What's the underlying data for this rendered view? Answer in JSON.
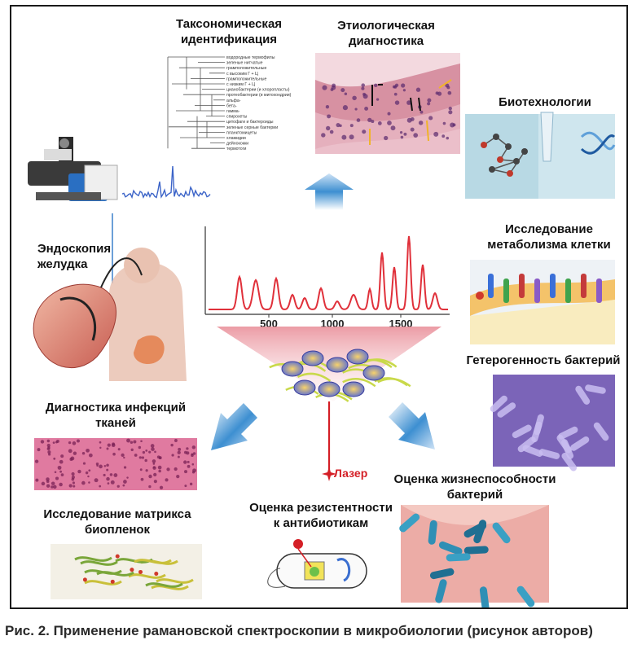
{
  "labels": {
    "taxonomy": [
      "Таксономическая",
      "идентификация"
    ],
    "etiology": [
      "Этиологическая",
      "диагностика"
    ],
    "biotech": [
      "Биотехнологии"
    ],
    "metabolism": [
      "Исследование",
      "метаболизма клетки"
    ],
    "heterogeneity": [
      "Гетерогенность бактерий"
    ],
    "endoscopy": [
      "Эндоскопия",
      "желудка"
    ],
    "tissue": [
      "Диагностика инфекций",
      "тканей"
    ],
    "biofilm": [
      "Исследование матрикса",
      "биопленок"
    ],
    "resistance": [
      "Оценка резистентности",
      "к антибиотикам"
    ],
    "viability": [
      "Оценка жизнеспособности",
      "бактерий"
    ],
    "laser": "Лазер"
  },
  "tree_leaves": [
    "водородные термофилы",
    "зеленые нитчатые",
    "грамположительные",
    "с высоким Г + Ц",
    "грамположительные",
    "с низким Г + Ц",
    "цианобактерии (и хлоропласты)",
    "протеобактерии (и митохондрии)",
    "альфа-",
    "бета-",
    "гамма-",
    "спирохеты",
    "цитофаги и бактероиды",
    "зеленые серные бактерии",
    "планктомицеты",
    "хламидии",
    "дейнококки",
    "термотоги"
  ],
  "spectrum_axis": {
    "ticks": [
      "500",
      "1000",
      "1500"
    ]
  },
  "caption": "Рис. 2. Применение рамановской спектроскопии в микробиологии (рисунок авторов)",
  "colors": {
    "spectrum": "#e0303a",
    "arrow": "#3d8fd1",
    "laser": "#d41f26",
    "small_spectrum": "#3c64c8"
  }
}
